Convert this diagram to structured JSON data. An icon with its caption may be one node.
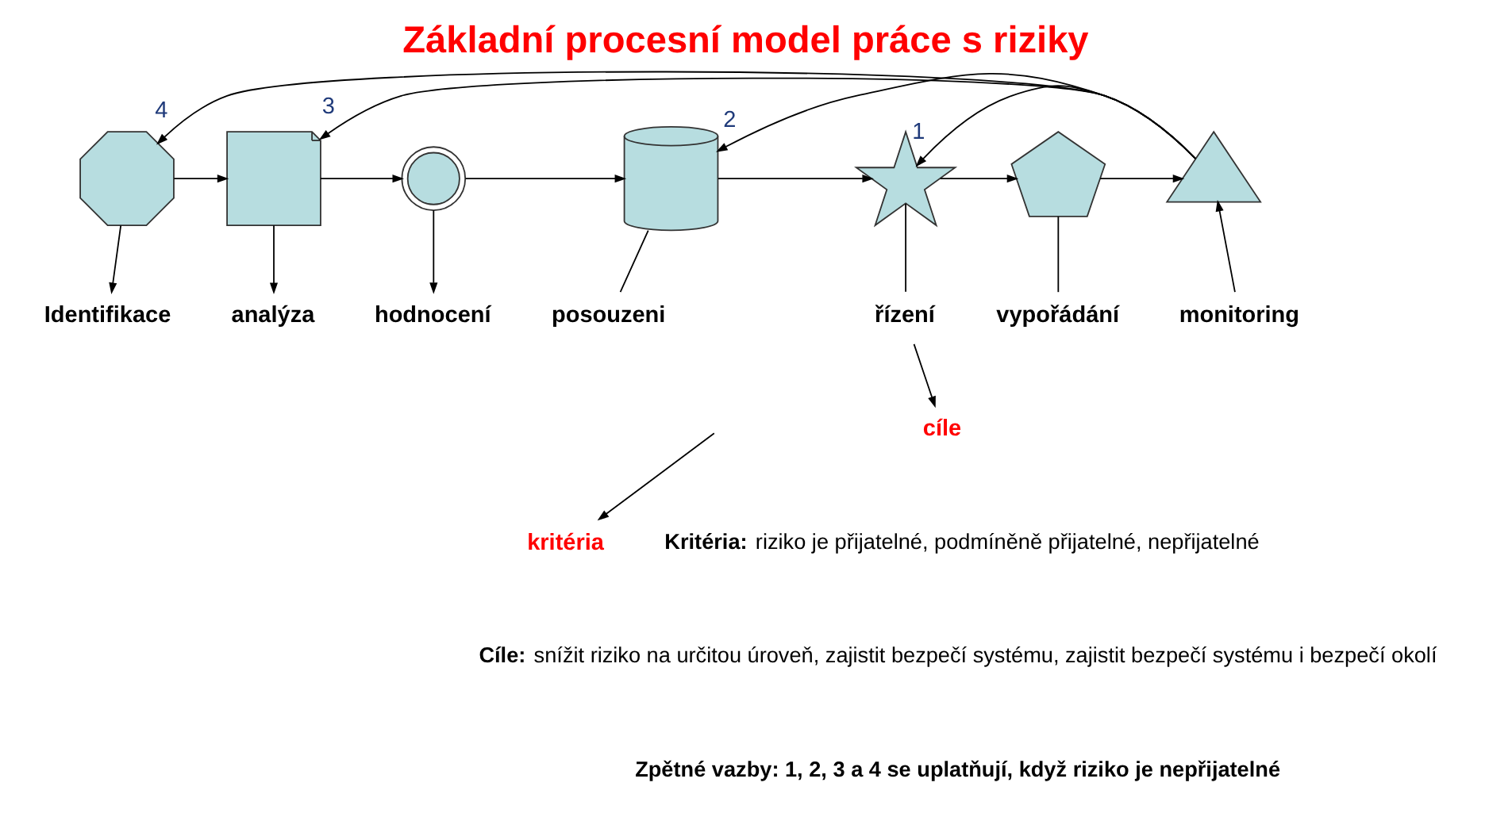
{
  "diagram": {
    "title": "Základní procesní model práce s riziky",
    "nodes": [
      {
        "text": [],
        "shape": "octagon"
      },
      {
        "text": [],
        "shape": "note"
      },
      {
        "text": [],
        "shape": "ring"
      },
      {
        "text": [],
        "shape": "cylinder"
      },
      {
        "text": [],
        "shape": "sun"
      },
      {
        "text": [],
        "shape": "pentagon"
      },
      {
        "text": [],
        "shape": "triangle"
      },
      {
        "text": [
          "Identifikace"
        ]
      },
      {
        "text": [
          "analýza"
        ]
      },
      {
        "text": [
          "hodnocení"
        ]
      },
      {
        "text": [
          "posouzeni"
        ]
      },
      {
        "text": [
          "řízení"
        ]
      },
      {
        "text": [
          "vypořádání"
        ]
      },
      {
        "text": [
          "monitoring"
        ]
      },
      {
        "text": [
          "kritéria"
        ]
      },
      {
        "text": [
          "cíle"
        ]
      }
    ],
    "edges": [
      {
        "from": 0,
        "to": 1,
        "arrow": "to"
      },
      {
        "from": 1,
        "to": 2,
        "arrow": "to"
      },
      {
        "from": 2,
        "to": 3,
        "arrow": "to"
      },
      {
        "from": 3,
        "to": 4,
        "arrow": "to"
      },
      {
        "from": 4,
        "to": 5,
        "arrow": "to"
      },
      {
        "from": 5,
        "to": 6,
        "arrow": "to"
      },
      {
        "from": 6,
        "to": 4,
        "arrow": "to",
        "label": "1"
      },
      {
        "from": 6,
        "to": 3,
        "arrow": "to",
        "label": "2"
      },
      {
        "from": 6,
        "to": 1,
        "arrow": "to",
        "label": "3"
      },
      {
        "from": 6,
        "to": 0,
        "arrow": "to",
        "label": "4"
      },
      {
        "from": 0,
        "to": 7,
        "arrow": "to"
      },
      {
        "from": 1,
        "to": 8,
        "arrow": "to"
      },
      {
        "from": 2,
        "to": 9,
        "arrow": "to"
      },
      {
        "from": 3,
        "to": 10,
        "arrow": "none"
      },
      {
        "from": 4,
        "to": 11,
        "arrow": "none"
      },
      {
        "from": 5,
        "to": 12,
        "arrow": "none"
      },
      {
        "from": 13,
        "to": 6,
        "arrow": "to"
      },
      {
        "from": null,
        "to": 14,
        "arrow": "to"
      },
      {
        "from": 11,
        "to": 15,
        "arrow": "to"
      }
    ],
    "labels": [
      "**Kritéria:** riziko je přijatelné, podmíněně přijatelné, nepřijatelné",
      "**Cíle:** snížit riziko na určitou úroveň, zajistit bezpečí systému, zajistit bezpečí systému i bezpečí okolí",
      "Zpětné vazby: 1, 2, 3 a 4 se uplatňují, když riziko je nepřijatelné"
    ]
  }
}
